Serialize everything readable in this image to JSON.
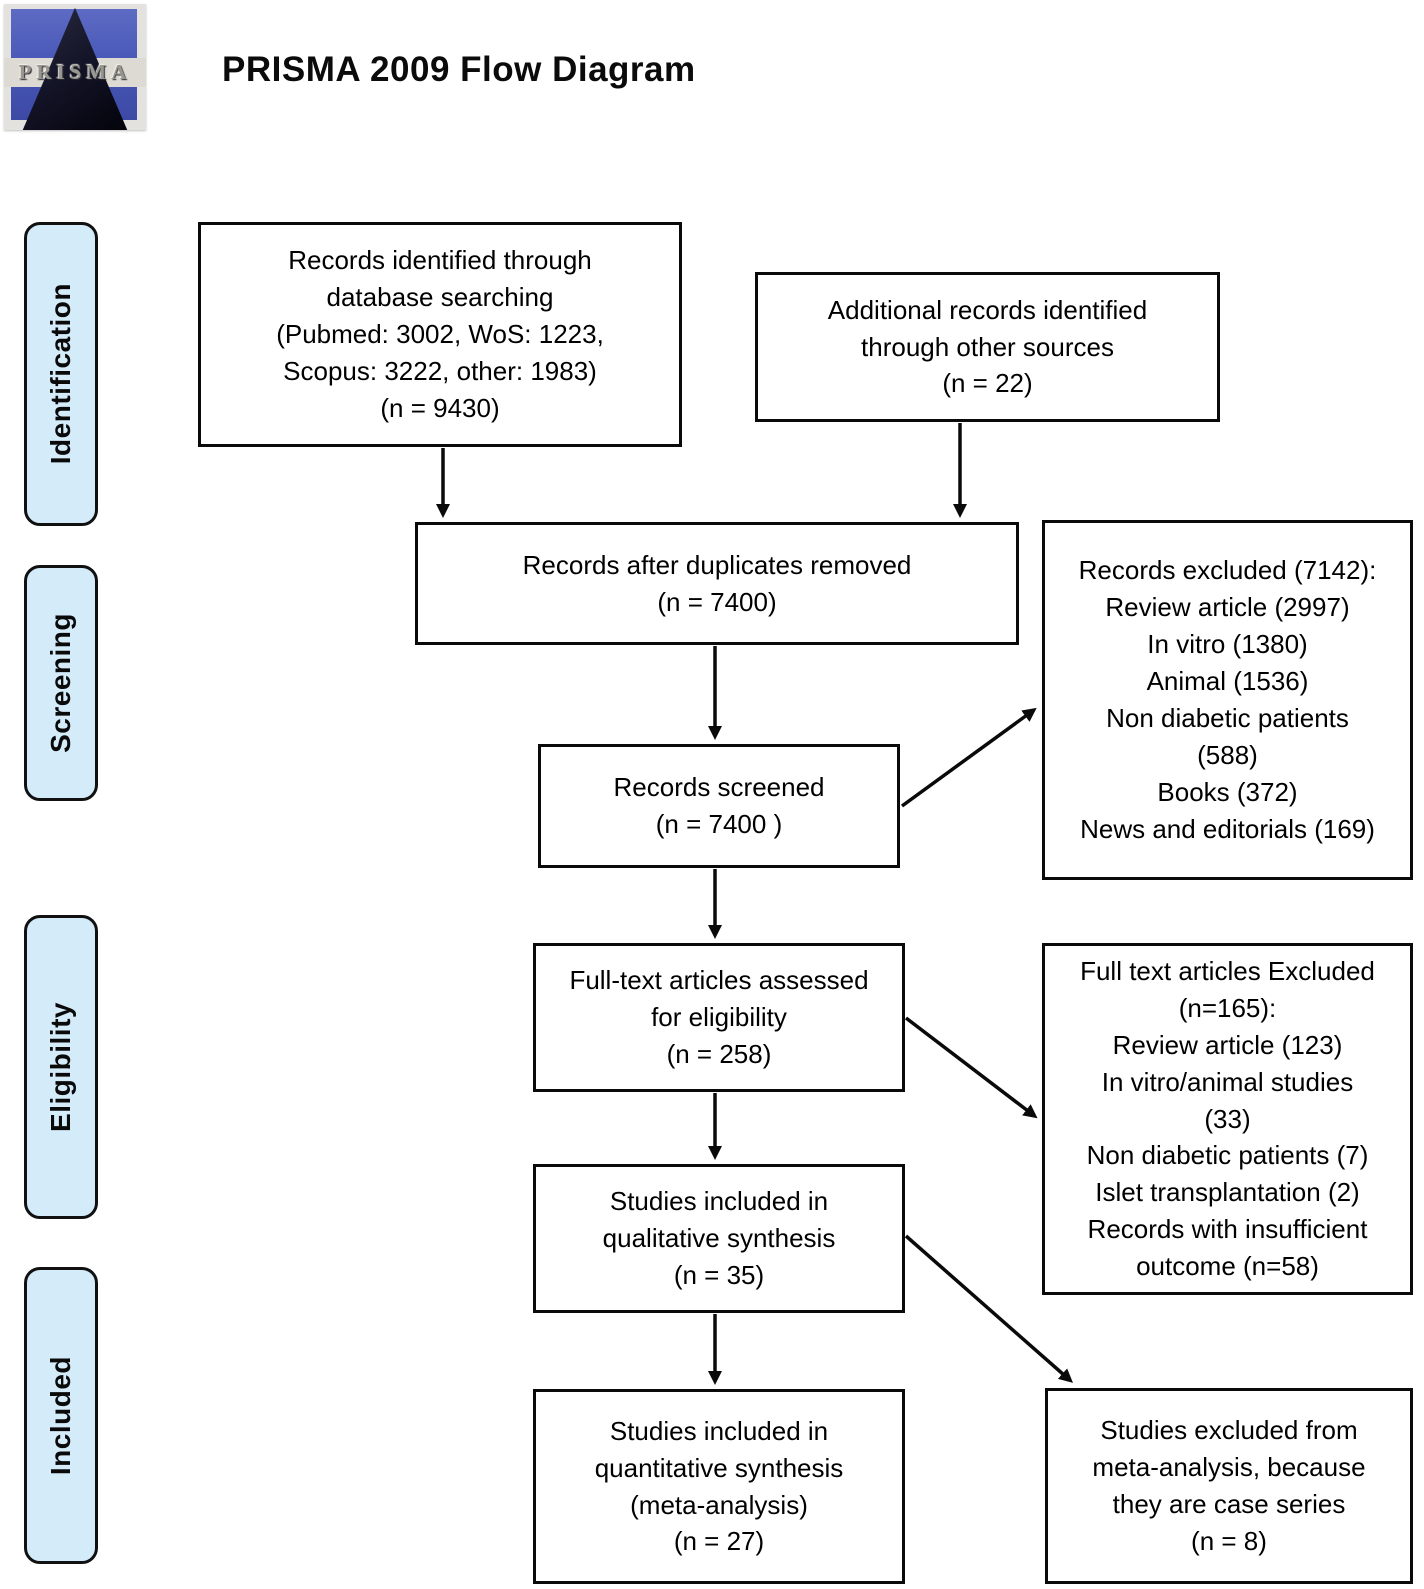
{
  "header": {
    "title": "PRISMA 2009 Flow Diagram",
    "logo_text": "PRISMA"
  },
  "sidebar": {
    "stages": [
      {
        "label": "Identification"
      },
      {
        "label": "Screening"
      },
      {
        "label": "Eligibility"
      },
      {
        "label": "Included"
      }
    ]
  },
  "flow": {
    "records_identified": {
      "lines": [
        "Records identified through",
        "database searching",
        "(Pubmed: 3002, WoS: 1223,",
        "Scopus: 3222, other: 1983)",
        "(n = 9430)"
      ]
    },
    "additional_records": {
      "lines": [
        "Additional records identified",
        "through other sources",
        "(n = 22)"
      ]
    },
    "after_duplicates": {
      "lines": [
        "Records after duplicates removed",
        "(n = 7400)"
      ]
    },
    "records_screened": {
      "lines": [
        "Records screened",
        "(n = 7400   )"
      ]
    },
    "records_excluded": {
      "lines": [
        "Records excluded (7142):",
        "Review article (2997)",
        "In vitro (1380)",
        "Animal (1536)",
        "Non diabetic patients",
        "(588)",
        "Books (372)",
        "News and editorials (169)"
      ]
    },
    "fulltext_assessed": {
      "lines": [
        "Full-text articles assessed",
        "for eligibility",
        "(n = 258)"
      ]
    },
    "fulltext_excluded": {
      "lines": [
        "Full text articles Excluded",
        "(n=165):",
        "Review article (123)",
        "In vitro/animal studies",
        "(33)",
        "Non diabetic patients (7)",
        "Islet transplantation (2)",
        "Records with insufficient",
        "outcome (n=58)"
      ]
    },
    "qualitative_synthesis": {
      "lines": [
        "Studies included in",
        "qualitative synthesis",
        "(n = 35)"
      ]
    },
    "quantitative_synthesis": {
      "lines": [
        "Studies included in",
        "quantitative synthesis",
        "(meta-analysis)",
        "(n = 27)"
      ]
    },
    "meta_analysis_excluded": {
      "lines": [
        "Studies excluded from",
        "meta-analysis, because",
        "they are case series",
        "(n = 8)"
      ]
    }
  },
  "colors": {
    "stage_fill": "#d4ebfa",
    "box_border": "#0a0a0a",
    "arrow": "#0a0a0a",
    "logo_blue": "#4a59b8"
  }
}
